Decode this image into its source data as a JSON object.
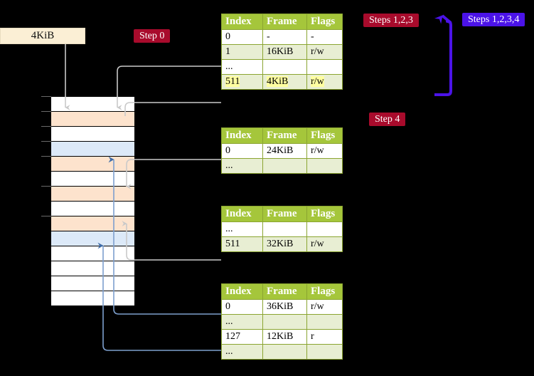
{
  "diagram": {
    "page_size_label": "4KiB",
    "steps": {
      "step0": "Step 0",
      "steps123": "Steps 1,2,3",
      "steps1234": "Steps 1,2,3,4",
      "step4": "Step 4"
    },
    "colors": {
      "table_header": "#a5c63b",
      "table_alt_row": "#e8eed3",
      "highlight": "#ffffa0",
      "badge_red": "#a80b2c",
      "badge_blue": "#4b13e8",
      "mem_peach": "#fde3cd",
      "mem_blue": "#dce9f8",
      "page_box": "#fbefd5",
      "connector": "#cccccc",
      "connector_blue": "#7d9fce"
    },
    "tables": [
      {
        "name": "pml4",
        "headers": [
          "Index",
          "Frame",
          "Flags"
        ],
        "rows": [
          {
            "cells": [
              "0",
              "-",
              "-"
            ],
            "alt": false,
            "highlight": false
          },
          {
            "cells": [
              "1",
              "16KiB",
              "r/w"
            ],
            "alt": true,
            "highlight": false
          },
          {
            "cells": [
              "...",
              "",
              ""
            ],
            "alt": false,
            "highlight": false
          },
          {
            "cells": [
              "511",
              "4KiB",
              "r/w"
            ],
            "alt": true,
            "highlight": true
          }
        ]
      },
      {
        "name": "pdpt",
        "headers": [
          "Index",
          "Frame",
          "Flags"
        ],
        "rows": [
          {
            "cells": [
              "0",
              "24KiB",
              "r/w"
            ],
            "alt": false,
            "highlight": false
          },
          {
            "cells": [
              "...",
              "",
              ""
            ],
            "alt": true,
            "highlight": false
          }
        ]
      },
      {
        "name": "pd",
        "headers": [
          "Index",
          "Frame",
          "Flags"
        ],
        "rows": [
          {
            "cells": [
              "...",
              "",
              ""
            ],
            "alt": false,
            "highlight": false
          },
          {
            "cells": [
              "511",
              "32KiB",
              "r/w"
            ],
            "alt": true,
            "highlight": false
          }
        ]
      },
      {
        "name": "pt",
        "headers": [
          "Index",
          "Frame",
          "Flags"
        ],
        "rows": [
          {
            "cells": [
              "0",
              "36KiB",
              "r/w"
            ],
            "alt": false,
            "highlight": false
          },
          {
            "cells": [
              "...",
              "",
              ""
            ],
            "alt": true,
            "highlight": false
          },
          {
            "cells": [
              "127",
              "12KiB",
              "r"
            ],
            "alt": false,
            "highlight": false
          },
          {
            "cells": [
              "...",
              "",
              ""
            ],
            "alt": true,
            "highlight": false
          }
        ]
      }
    ],
    "memory_column": {
      "rows": [
        {
          "fill": "white"
        },
        {
          "fill": "peach"
        },
        {
          "fill": "white"
        },
        {
          "fill": "blue"
        },
        {
          "fill": "peach"
        },
        {
          "fill": "white"
        },
        {
          "fill": "peach"
        },
        {
          "fill": "white"
        },
        {
          "fill": "peach"
        },
        {
          "fill": "blue"
        },
        {
          "fill": "white"
        },
        {
          "fill": "white"
        },
        {
          "fill": "white"
        },
        {
          "fill": "white"
        }
      ],
      "ticks": [
        0,
        1,
        2,
        3,
        4,
        6,
        8
      ]
    }
  }
}
